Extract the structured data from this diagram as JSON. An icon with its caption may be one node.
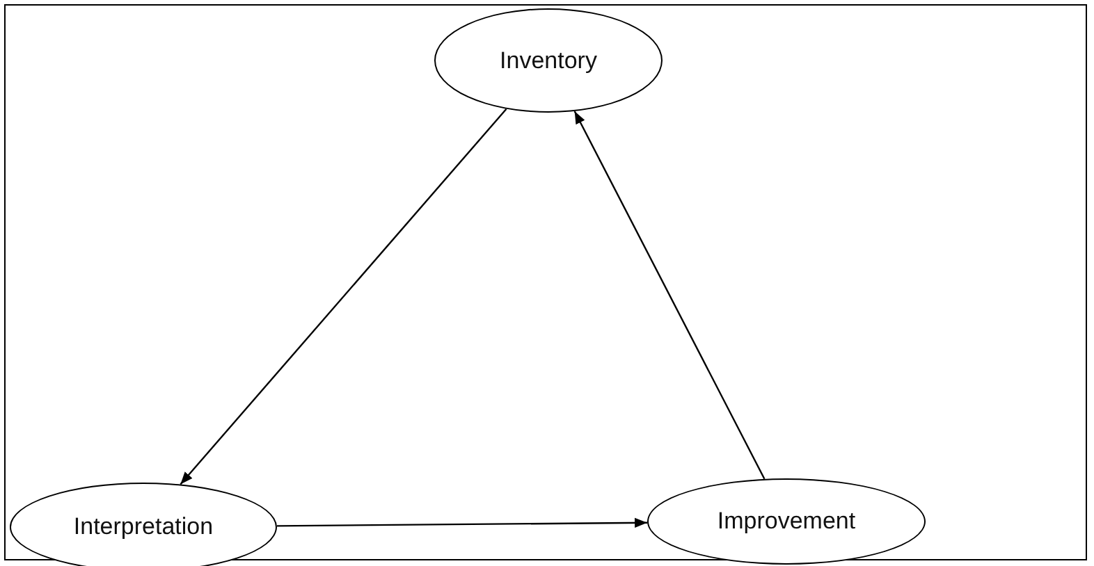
{
  "diagram": {
    "nodes": [
      {
        "text": [
          "Inventory"
        ]
      },
      {
        "text": [
          "Interpretation"
        ]
      },
      {
        "text": [
          "Improvement"
        ]
      }
    ],
    "edges": [
      {
        "from": 0,
        "to": 1,
        "arrow": "to"
      },
      {
        "from": 1,
        "to": 2,
        "arrow": "to"
      },
      {
        "from": 2,
        "to": 0,
        "arrow": "to"
      }
    ]
  }
}
